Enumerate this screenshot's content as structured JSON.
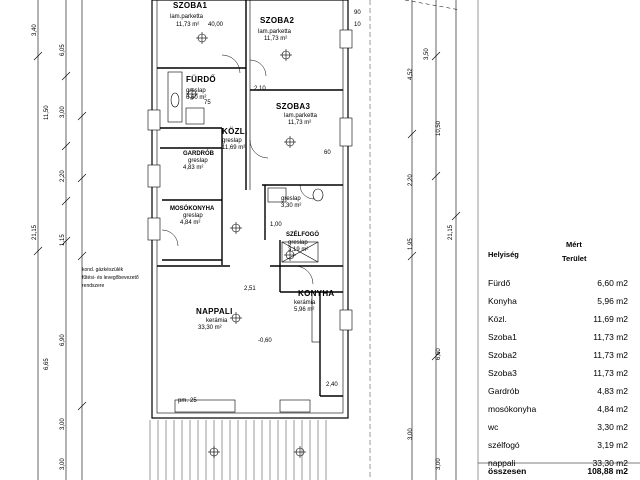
{
  "rooms": {
    "szoba1": {
      "name": "SZOBA1",
      "floor": "lam.parketta",
      "area": "11,73 m²"
    },
    "szoba2": {
      "name": "SZOBA2",
      "floor": "lam.parketta",
      "area": "11,73 m²"
    },
    "szoba3": {
      "name": "SZOBA3",
      "floor": "lam.parketta",
      "area": "11,73 m²"
    },
    "furdo": {
      "name": "FÜRDŐ",
      "floor": "greslap",
      "area": "6,60 m²"
    },
    "kozl": {
      "name": "KÖZL.",
      "floor": "greslap",
      "area": "11,69 m²"
    },
    "gardrob": {
      "name": "GARDRÓB",
      "floor": "greslap",
      "area": "4,83 m²"
    },
    "mosokonyha": {
      "name": "MOSÓKONYHA",
      "floor": "greslap",
      "area": "4,84 m²"
    },
    "wc": {
      "floor": "greslap",
      "area": "3,30 m²"
    },
    "szelfogo": {
      "name": "SZÉLFOGÓ",
      "floor": "greslap",
      "area": "3,19 m²"
    },
    "konyha": {
      "name": "KONYHA",
      "floor": "kerámia",
      "area": "5,96 m²"
    },
    "nappali": {
      "name": "NAPPALI",
      "floor": "kerámia",
      "area": "33,30 m²"
    }
  },
  "annotations": {
    "gas_boiler": "kond. gázkészülék",
    "boiler_line2": "fűtési- és levegőbevezető",
    "boiler_line3": "rendszere",
    "level": "-0,60",
    "ceiling_top": "40,00"
  },
  "left_dims": [
    "3,40",
    "6,05",
    "11,50",
    "3,00",
    "2,20",
    "1,15",
    "21,15",
    "6,65",
    "6,90",
    "3,00",
    "3,00"
  ],
  "right_dims": [
    "3,50",
    "4,52",
    "10,50",
    "2,20",
    "1,95",
    "21,15",
    "6,60",
    "3,00",
    "3,00"
  ],
  "table": {
    "header_name": "Helyiség",
    "header_area_1": "Mért",
    "header_area_2": "Terület",
    "rows": [
      {
        "name": "Fürdő",
        "area": "6,60 m2"
      },
      {
        "name": "Konyha",
        "area": "5,96 m2"
      },
      {
        "name": "Közl.",
        "area": "11,69 m2"
      },
      {
        "name": "Szoba1",
        "area": "11,73 m2"
      },
      {
        "name": "Szoba2",
        "area": "11,73 m2"
      },
      {
        "name": "Szoba3",
        "area": "11,73 m2"
      },
      {
        "name": "Gardrób",
        "area": "4,83 m2"
      },
      {
        "name": "mosókonyha",
        "area": "4,84 m2"
      },
      {
        "name": "wc",
        "area": "3,30 m2"
      },
      {
        "name": "szélfogó",
        "area": "3,19 m2"
      },
      {
        "name": "nappali",
        "area": "33,30 m2"
      }
    ],
    "total": {
      "name": "összesen",
      "area": "108,88 m2"
    }
  },
  "small_labels": [
    "90",
    "10",
    "60",
    "2,10",
    "2,40",
    "75",
    "25",
    "pm.",
    "1,00",
    "2,51"
  ]
}
